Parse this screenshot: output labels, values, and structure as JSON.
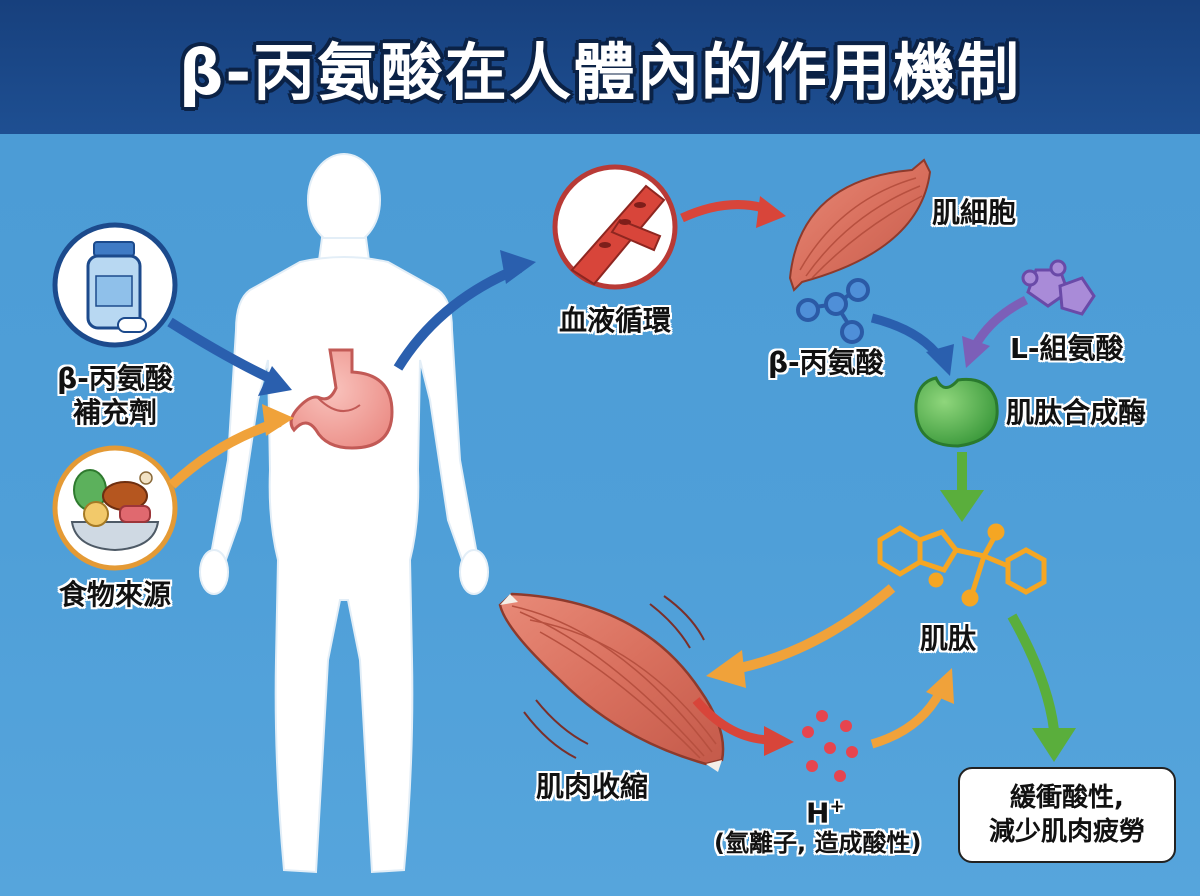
{
  "title": "β-丙氨酸在人體內的作用機制",
  "labels": {
    "supplement_line1": "β-丙氨酸",
    "supplement_line2": "補充劑",
    "food": "食物來源",
    "blood": "血液循環",
    "muscle_cell": "肌細胞",
    "beta_alanine": "β-丙氨酸",
    "histidine": "L-組氨酸",
    "enzyme": "肌肽合成酶",
    "carnosine": "肌肽",
    "contraction": "肌肉收縮",
    "hydrogen": "H",
    "hydrogen_sup": "+",
    "hydrogen_desc": "(氫離子, 造成酸性)",
    "result_line1": "緩衝酸性,",
    "result_line2": "減少肌肉疲勞"
  },
  "colors": {
    "header": "#1e4f92",
    "background": "#4f9fd8",
    "arrow_blue": "#2a5fae",
    "arrow_orange": "#f0a23a",
    "arrow_red": "#d8453a",
    "arrow_purple": "#7c5fb8",
    "arrow_green": "#5aae3c",
    "enzyme_green": "#4caf50",
    "carnosine_orange": "#f5a623",
    "muscle_red": "#d9705e"
  }
}
